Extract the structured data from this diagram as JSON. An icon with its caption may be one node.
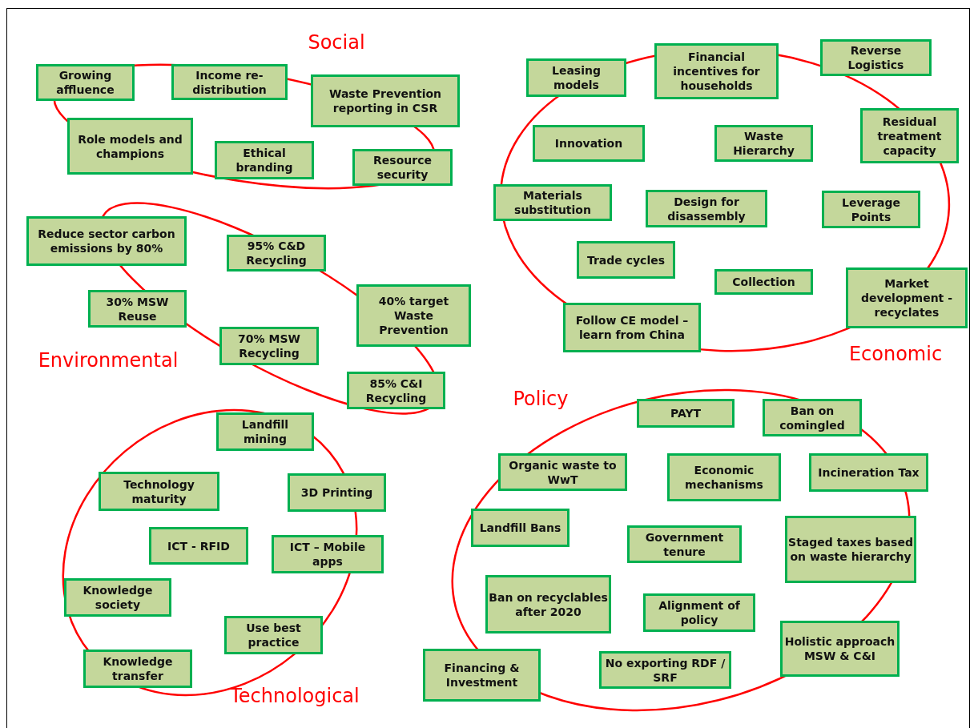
{
  "diagram": {
    "nodes": [
      {
        "text": [
          "Growing affluence"
        ]
      },
      {
        "text": [
          "Income re-distribution"
        ]
      },
      {
        "text": [
          "Waste Prevention reporting in CSR"
        ]
      },
      {
        "text": [
          "Role models and champions"
        ]
      },
      {
        "text": [
          "Ethical branding"
        ]
      },
      {
        "text": [
          "Resource security"
        ]
      },
      {
        "text": [
          "Leasing models"
        ]
      },
      {
        "text": [
          "Financial incentives for households"
        ]
      },
      {
        "text": [
          "Reverse Logistics"
        ]
      },
      {
        "text": [
          "Innovation"
        ]
      },
      {
        "text": [
          "Waste Hierarchy"
        ]
      },
      {
        "text": [
          "Residual treatment capacity"
        ]
      },
      {
        "text": [
          "Materials substitution"
        ]
      },
      {
        "text": [
          "Design for disassembly"
        ]
      },
      {
        "text": [
          "Leverage Points"
        ]
      },
      {
        "text": [
          "Trade cycles"
        ]
      },
      {
        "text": [
          "Collection"
        ]
      },
      {
        "text": [
          "Follow CE model – learn from China"
        ]
      },
      {
        "text": [
          "Market development - recyclates"
        ]
      },
      {
        "text": [
          "Reduce sector carbon emissions by 80%"
        ]
      },
      {
        "text": [
          "95% C&D Recycling"
        ]
      },
      {
        "text": [
          "30% MSW Reuse"
        ]
      },
      {
        "text": [
          "40% target Waste Prevention"
        ]
      },
      {
        "text": [
          "70% MSW Recycling"
        ]
      },
      {
        "text": [
          "85% C&I Recycling"
        ]
      },
      {
        "text": [
          "Landfill mining"
        ]
      },
      {
        "text": [
          "Technology maturity"
        ]
      },
      {
        "text": [
          "3D Printing"
        ]
      },
      {
        "text": [
          "ICT - RFID"
        ]
      },
      {
        "text": [
          "ICT – Mobile apps"
        ]
      },
      {
        "text": [
          "Knowledge society"
        ]
      },
      {
        "text": [
          "Use best practice"
        ]
      },
      {
        "text": [
          "Knowledge transfer"
        ]
      },
      {
        "text": [
          "PAYT"
        ]
      },
      {
        "text": [
          "Ban on comingled"
        ]
      },
      {
        "text": [
          "Organic waste to WwT"
        ]
      },
      {
        "text": [
          "Economic mechanisms"
        ]
      },
      {
        "text": [
          "Incineration Tax"
        ]
      },
      {
        "text": [
          "Landfill Bans"
        ]
      },
      {
        "text": [
          "Government tenure"
        ]
      },
      {
        "text": [
          "Staged taxes based on waste hierarchy"
        ]
      },
      {
        "text": [
          "Ban on recyclables after 2020"
        ]
      },
      {
        "text": [
          "Alignment of policy"
        ]
      },
      {
        "text": [
          "Holistic approach MSW & C&I"
        ]
      },
      {
        "text": [
          "Financing & Investment"
        ]
      },
      {
        "text": [
          "No exporting RDF / SRF"
        ]
      }
    ],
    "labels": [
      "Social",
      "Economic",
      "Environmental",
      "Policy",
      "Technological"
    ]
  }
}
